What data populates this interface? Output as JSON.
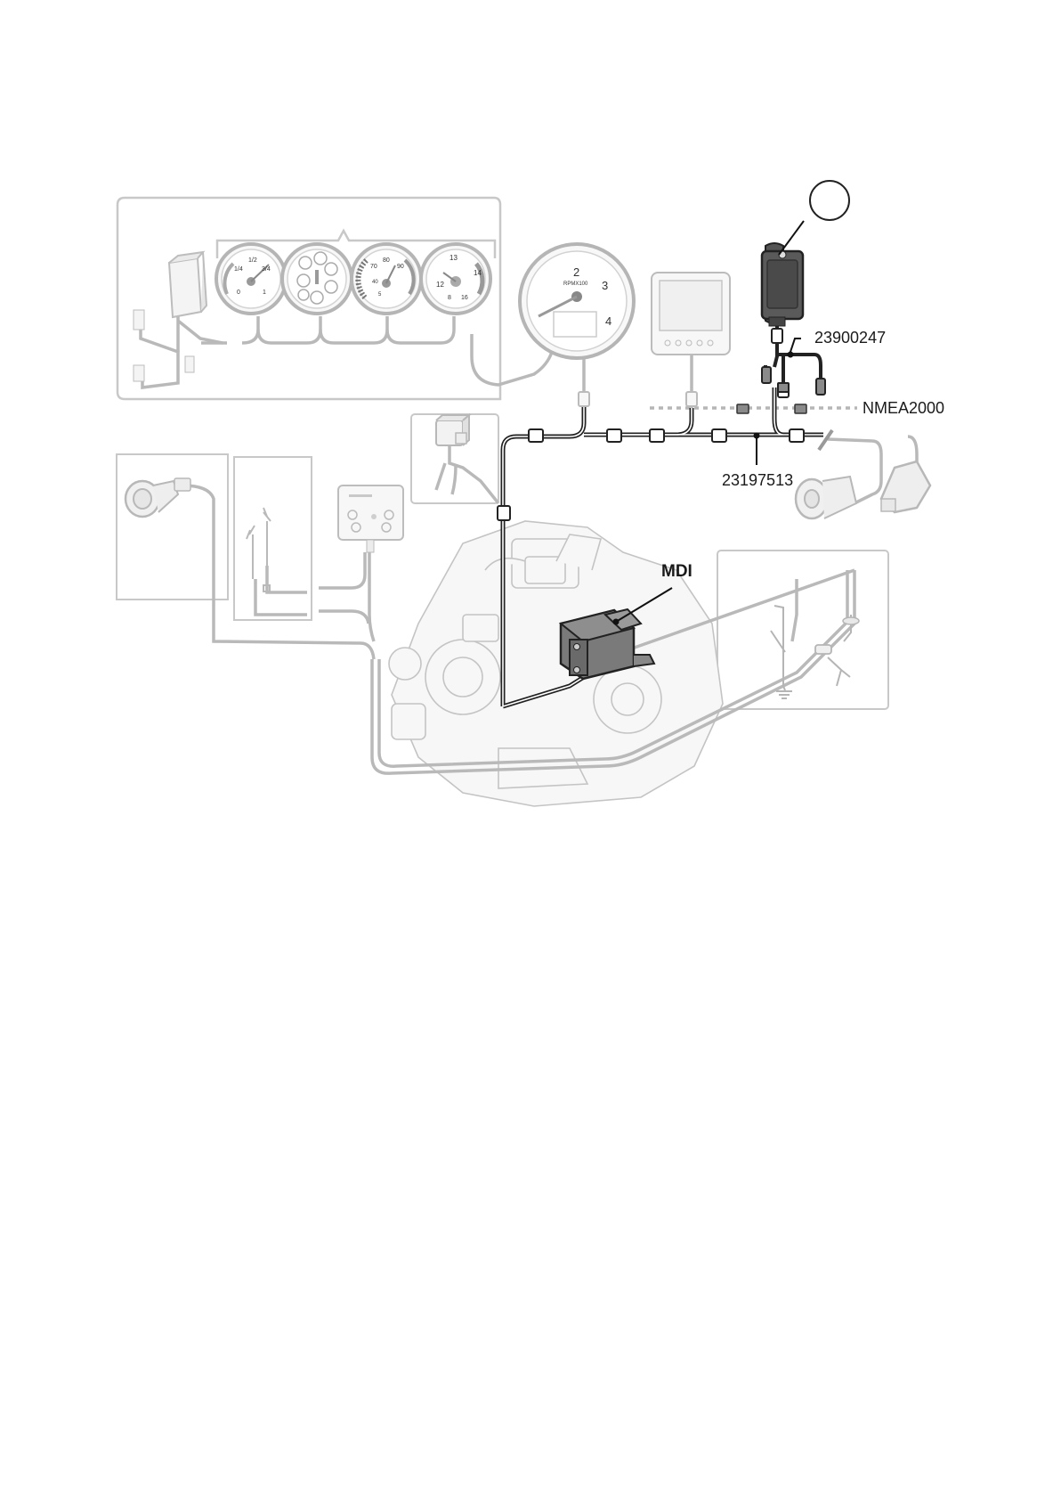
{
  "labels": {
    "part_a": "23900247",
    "network": "NMEA2000",
    "part_b": "23197513",
    "mdi": "MDI"
  },
  "tachometer": {
    "scale_label": "RPMX100",
    "ticks": [
      "2",
      "3",
      "4"
    ]
  },
  "gauge_pressure": {
    "ticks": [
      "1/4",
      "1/2",
      "3/4",
      "0",
      "1"
    ]
  },
  "gauge_temp": {
    "ticks": [
      "80",
      "70",
      "90",
      "40",
      "5"
    ]
  },
  "gauge_volt": {
    "ticks": [
      "13",
      "12",
      "14",
      "8",
      "16"
    ]
  },
  "callout": {
    "text": ""
  },
  "colors": {
    "highlight": "#222222",
    "faint_line": "#b9b9b9",
    "frame": "#c8c8c8",
    "module_fill": "#555555",
    "mdi_fill": "#6e6e6e"
  }
}
